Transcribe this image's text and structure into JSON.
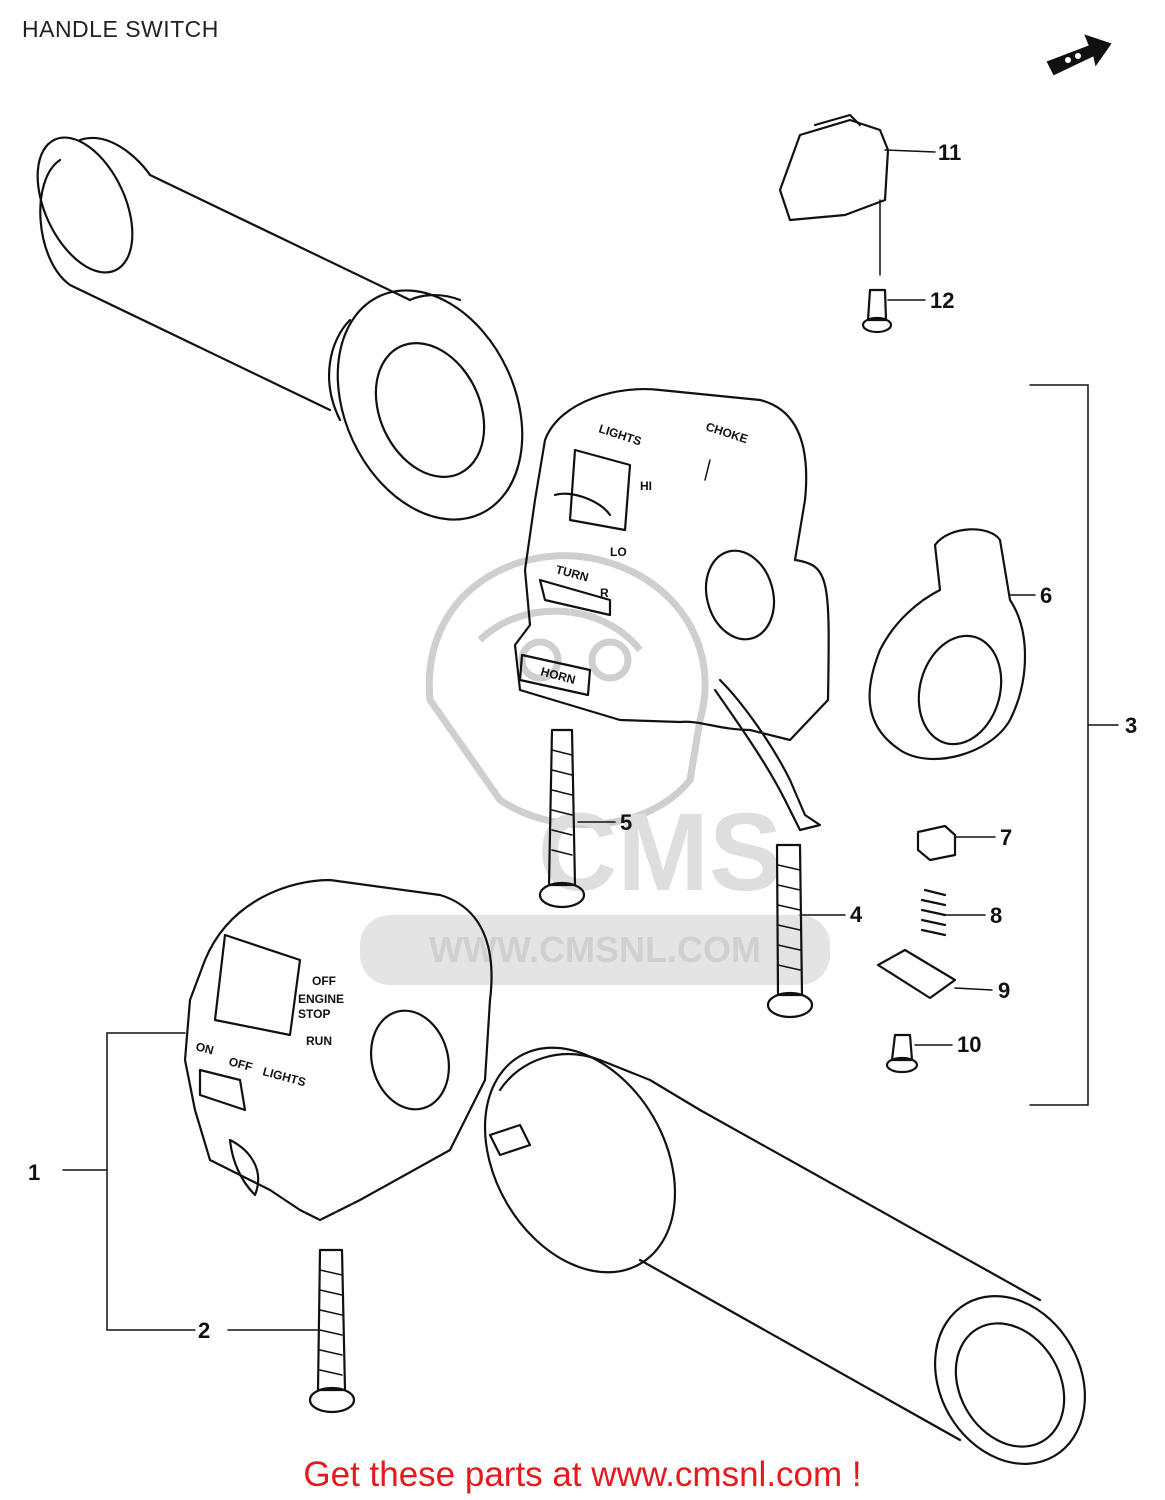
{
  "diagram": {
    "title": "HANDLE SWITCH",
    "watermark_text": "WWW.CMSNL.COM",
    "watermark_logo": "CMS",
    "callouts": [
      "1",
      "2",
      "3",
      "4",
      "5",
      "6",
      "7",
      "8",
      "9",
      "10",
      "11",
      "12"
    ],
    "switch_labels": {
      "lights": "LIGHTS",
      "choke": "CHOKE",
      "hi": "HI",
      "lo": "LO",
      "turn": "TURN",
      "r": "R",
      "horn": "HORN",
      "off1": "OFF",
      "engine": "ENGINE",
      "stop": "STOP",
      "run": "RUN",
      "on": "ON",
      "off2": "OFF",
      "lights2": "LIGHTS"
    },
    "footer": "Get these parts at www.cmsnl.com !"
  },
  "colors": {
    "line": "#111111",
    "footer": "#e8191c",
    "watermark": "#cfcfcf"
  }
}
